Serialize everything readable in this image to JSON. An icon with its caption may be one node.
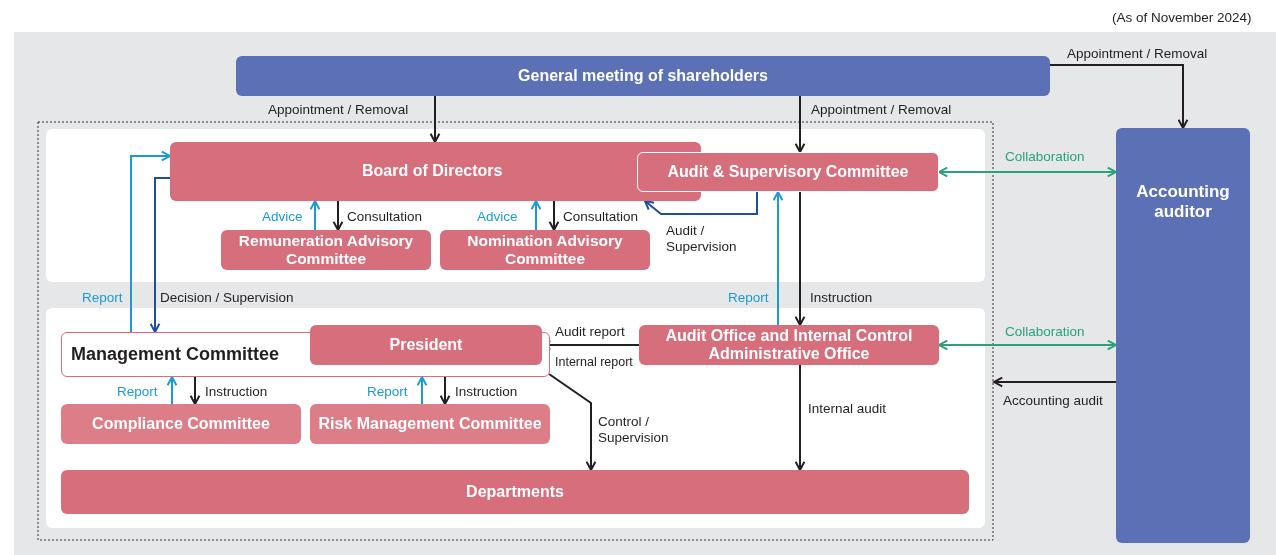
{
  "diagram": {
    "nodes": [
      {
        "text": [
          "General meeting of shareholders"
        ]
      },
      {
        "text": [
          "Accounting auditor"
        ]
      },
      {
        "text": [
          "Board of Directors"
        ]
      },
      {
        "text": [
          "Audit & Supervisory Committee"
        ]
      },
      {
        "text": [
          "Remuneration Advisory Committee"
        ]
      },
      {
        "text": [
          "Nomination Advisory Committee"
        ]
      },
      {
        "text": [
          "Management Committee"
        ]
      },
      {
        "text": [
          "President"
        ]
      },
      {
        "text": [
          "Audit Office and Internal Control Administrative Office"
        ]
      },
      {
        "text": [
          "Compliance Committee"
        ]
      },
      {
        "text": [
          "Risk Management Committee"
        ]
      },
      {
        "text": [
          "Departments"
        ]
      }
    ],
    "edges": [
      {
        "from": 0,
        "to": 2,
        "arrow": "to",
        "label": "Appointment / Removal"
      },
      {
        "from": 0,
        "to": 3,
        "arrow": "to",
        "label": "Appointment / Removal"
      },
      {
        "from": 0,
        "to": 1,
        "arrow": "to",
        "label": "Appointment / Removal"
      },
      {
        "from": 3,
        "to": 1,
        "arrow": "both",
        "label": "Collaboration",
        "color": "#2aa177"
      },
      {
        "from": 4,
        "to": 2,
        "arrow": "to",
        "label": "Advice",
        "color": "#1a9ad6"
      },
      {
        "from": 2,
        "to": 4,
        "arrow": "to",
        "label": "Consultation"
      },
      {
        "from": 5,
        "to": 2,
        "arrow": "to",
        "label": "Advice",
        "color": "#1a9ad6"
      },
      {
        "from": 2,
        "to": 5,
        "arrow": "to",
        "label": "Consultation"
      },
      {
        "from": 3,
        "to": 2,
        "arrow": "to",
        "label": "Audit / Supervision",
        "color": "#1f4e9f"
      },
      {
        "from": 6,
        "to": 2,
        "arrow": "to",
        "label": "Report",
        "color": "#1a9ad6"
      },
      {
        "from": 2,
        "to": 6,
        "arrow": "to",
        "label": "Decision / Supervision",
        "color": "#1f4e9f"
      },
      {
        "from": 8,
        "to": 3,
        "arrow": "to",
        "label": "Report",
        "color": "#1a9ad6"
      },
      {
        "from": 3,
        "to": 8,
        "arrow": "to",
        "label": "Instruction"
      },
      {
        "from": 8,
        "to": 7,
        "arrow": "to",
        "label": "Audit report"
      },
      {
        "from": 8,
        "to": 1,
        "arrow": "both",
        "label": "Collaboration",
        "color": "#2aa177"
      },
      {
        "from": 1,
        "to": null,
        "arrow": "to",
        "label": "Accounting audit"
      },
      {
        "from": 9,
        "to": 6,
        "arrow": "to",
        "label": "Report",
        "color": "#1a9ad6"
      },
      {
        "from": 6,
        "to": 9,
        "arrow": "to",
        "label": "Instruction"
      },
      {
        "from": 10,
        "to": 6,
        "arrow": "to",
        "label": "Report",
        "color": "#1a9ad6"
      },
      {
        "from": 6,
        "to": 10,
        "arrow": "to",
        "label": "Instruction"
      },
      {
        "from": 6,
        "to": 11,
        "arrow": "to",
        "label": "Control / Supervision"
      },
      {
        "from": 8,
        "to": 11,
        "arrow": "to",
        "label": "Internal audit"
      }
    ],
    "labels": [
      "(As of November 2024)",
      "Internal report"
    ]
  }
}
